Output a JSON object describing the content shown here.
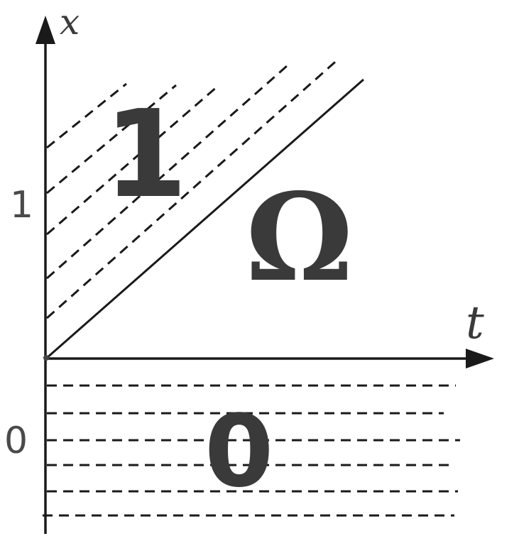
{
  "axes": {
    "x_label": "x",
    "t_label": "t",
    "tick_one": "1",
    "tick_zero": "0"
  },
  "regions": {
    "upper_value": "1",
    "domain_symbol": "Ω",
    "lower_value": "0"
  },
  "colors": {
    "ink": "#1a1a1a",
    "label_ink": "#3a3a3a",
    "background": "#ffffff"
  }
}
